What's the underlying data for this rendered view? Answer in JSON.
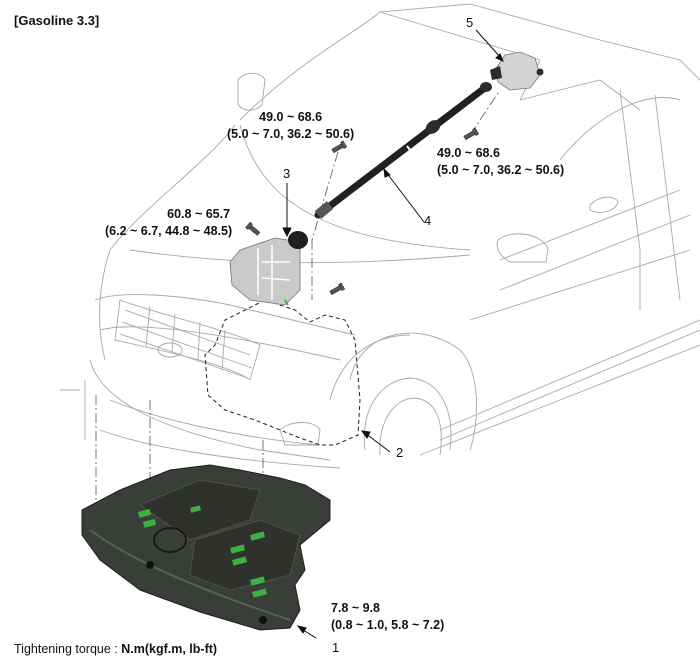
{
  "figure": {
    "title": "[Gasoline 3.3]",
    "legend": {
      "prefix": "Tightening torque : ",
      "units": "N.m(kgf.m, lb-ft)"
    }
  },
  "components": [
    {
      "number": "1",
      "name": "under-cover"
    },
    {
      "number": "2",
      "name": "front-bumper-area"
    },
    {
      "number": "3",
      "name": "transfer-case"
    },
    {
      "number": "4",
      "name": "propeller-shaft"
    },
    {
      "number": "5",
      "name": "rear-differential"
    }
  ],
  "torque_specs": [
    {
      "id": "prop-shaft-front",
      "line1": "49.0 ~ 68.6",
      "line2": "(5.0 ~ 7.0, 36.2 ~ 50.6)"
    },
    {
      "id": "prop-shaft-rear",
      "line1": "49.0 ~ 68.6",
      "line2": "(5.0 ~ 7.0, 36.2 ~ 50.6)"
    },
    {
      "id": "transfer-case",
      "line1": "60.8 ~ 65.7",
      "line2": "(6.2 ~ 6.7, 44.8 ~ 48.5)"
    },
    {
      "id": "under-cover",
      "line1": "7.8 ~ 9.8",
      "line2": "(0.8 ~ 1.0, 5.8 ~ 7.2)"
    }
  ],
  "colors": {
    "outline": "#9a9a9a",
    "text": "#111111",
    "part_dark": "#2b2f2a",
    "part_metal": "#c9cbc8",
    "accent_green": "#3cb043"
  }
}
